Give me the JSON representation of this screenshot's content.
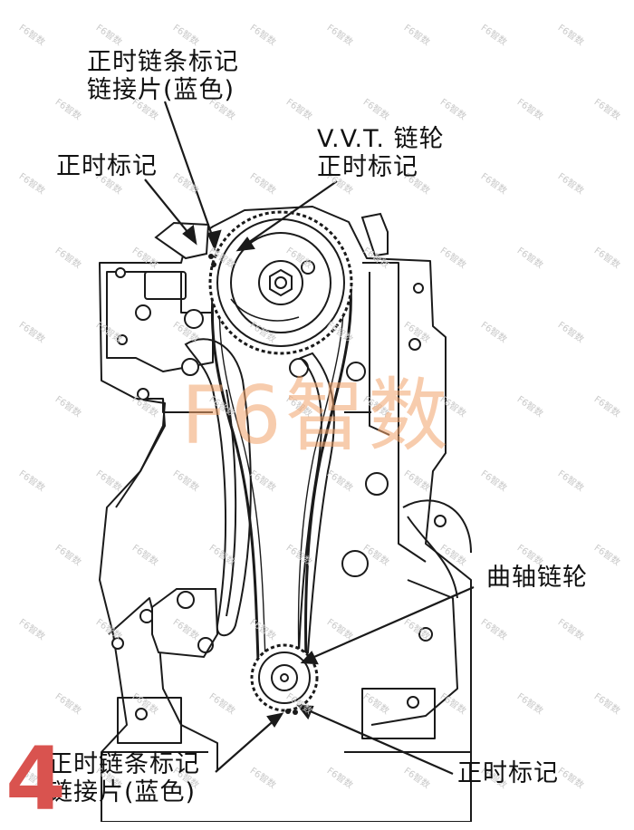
{
  "labels": {
    "top_chain_mark": "正时链条标记\n链接片(蓝色)",
    "timing_mark_left": "正时标记",
    "vvt_sprocket_mark": "V.V.T. 链轮\n正时标记",
    "crank_sprocket": "曲轴链轮",
    "bottom_chain_mark": "正时链条标记\n链接片(蓝色)",
    "timing_mark_bottom": "正时标记"
  },
  "watermark": {
    "text": "F6智数",
    "small_text": "F6智数",
    "color": "#f2a36b"
  },
  "corner_number": {
    "text": "4",
    "color": "#d9534f"
  }
}
